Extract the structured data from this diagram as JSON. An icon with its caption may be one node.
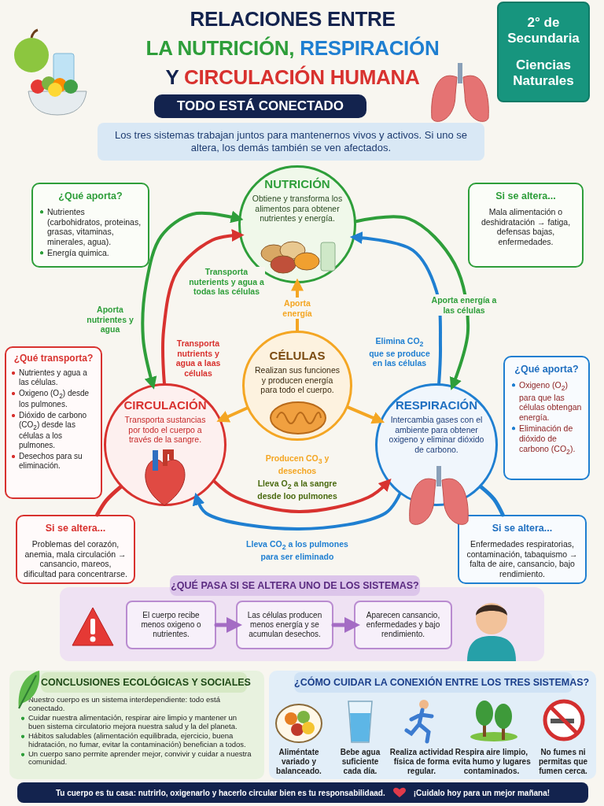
{
  "diagram": {
    "title": "RELACIONES ENTRE LA NUTRICIÓN, RESPIRACIÓN Y CIRCULACIÓN HUMANA",
    "nodes": [
      {
        "text": [
          "2° de Secundaria",
          "Ciencias Naturales"
        ]
      },
      {
        "text": [
          "TODO ESTÁ CONECTADO"
        ]
      },
      {
        "text": [
          "Los tres sistemas trabajan juntos para mantenernos vivos y activos. Si uno se altera, los demás también se ven afectados."
        ]
      },
      {
        "text": [
          "NUTRICIÓN",
          "Obtiene y transforma los alimentos para obtener nutrientes y energía."
        ]
      },
      {
        "text": [
          "¿Qué aporta?",
          "Nutrientes (carbohidratos, proteinas, grasas, vitaminas, minerales, agua).",
          "Energía quimica."
        ]
      },
      {
        "text": [
          "Si se altera...",
          "Mala alimentación o deshidratación → fatiga, defensas bajas, enfermedades."
        ]
      },
      {
        "text": [
          "¿Qué transporta?",
          "Nutrientes y agua a las células.",
          "Oxigeno (O$_{2}$) desde los pulmones.",
          "Dióxido de carbono (CO$_{2}$) desde las células a los pulmones.",
          "Desechos para su eliminación."
        ]
      },
      {
        "text": [
          "CÉLULAS",
          "Realizan sus funciones y producen energía para todo el cuerpo."
        ]
      },
      {
        "text": [
          "CIRCULACIÓN",
          "Transporta sustancias por todo el cuerpo a través de la sangre."
        ]
      },
      {
        "text": [
          "RESPIRACIÓN",
          "Intercambia gases con el ambiente para obtener oxigeno y eliminar dióxido de carbono."
        ]
      },
      {
        "text": [
          "¿Qué aporta?",
          "Oxigeno (O$_{2}$) para que las células obtengan energía.",
          "Eliminación de dióxido de carbono (CO$_{2}$)."
        ]
      },
      {
        "text": [
          "Si se altera...",
          "Problemas del corazón, anemia, mala circulación → cansancio, mareos, dificultad para concentrarse."
        ]
      },
      {
        "text": [
          "Si se altera...",
          "Enfermedades respiratorias, contaminación, tabaquismo → falta de aire, cansancio, bajo rendimiento."
        ]
      },
      {
        "text": [
          "¿QUÉ PASA SI SE ALTERA UNO DE LOS SISTEMAS?"
        ]
      },
      {
        "text": [
          "El cuerpo recibe menos oxigeno o nutrientes."
        ],
        "in": 13
      },
      {
        "text": [
          "Las células producen menos energía y se acumulan desechos."
        ],
        "in": 13
      },
      {
        "text": [
          "Aparecen cansancio, enfermedades y bajo rendimiento."
        ],
        "in": 13
      },
      {
        "text": [
          "CONCLUSIONES ECOLÓGICAS Y SOCIALES",
          "Nuestro cuerpo es un sistema interdependiente: todo está conectado.",
          "Cuidar nuestra alimentación, respirar aire limpio y mantener un buen sistema circulatorio mejora nuestra salud y la del planeta.",
          "Hábitos saludables (alimentación equilibrada, ejercicio, buena hidratación, no fumar, evitar la contaminación) benefician a todos.",
          "Un cuerpo sano permite aprender mejor, convivir y cuidar a nuestra comunidad."
        ]
      },
      {
        "text": [
          "¿CÓMO CUIDAR LA CONEXIÓN ENTRE LOS TRES SISTEMAS?"
        ]
      },
      {
        "text": [
          "Tu cuerpo es tu casa: nutrirlo, oxigenarlo y hacerlo circular bien es tu responsabilidaad.",
          "¡Cuidalo hoy para un mejor mañana!"
        ]
      }
    ],
    "edges": [
      {
        "from": 3,
        "to": 8,
        "arrow": "both",
        "label": "Aporta nutrientes y agua",
        "color": "#2e9e3a"
      },
      {
        "from": 8,
        "to": 3,
        "arrow": "to",
        "label": "Transporta nutrients y agua a laas células",
        "color": "#d8322f"
      },
      {
        "from": 3,
        "to": 9,
        "arrow": "to",
        "label": "Aporta energía a las células",
        "color": "#2e9e3a"
      },
      {
        "from": 9,
        "to": 3,
        "arrow": "to",
        "label": "Elimina CO$_{2}$ que se produce en las células",
        "color": "#1f7fd1"
      },
      {
        "from": 7,
        "to": 3,
        "arrow": "to",
        "label": "Aporta energía",
        "color": "#f4a623"
      },
      {
        "from": 7,
        "to": 8,
        "arrow": "to",
        "color": "#f4a623"
      },
      {
        "from": 7,
        "to": 9,
        "arrow": "to",
        "color": "#f4a623"
      },
      {
        "from": 8,
        "to": 9,
        "arrow": "to",
        "label": "Lleva O$_{2}$ a la sangre desde loo pulmones",
        "color": "#d8322f"
      },
      {
        "from": 9,
        "to": 8,
        "arrow": "to",
        "label": "Lleva CO$_{2}$ a los pulmones para ser eliminado",
        "color": "#1f7fd1"
      },
      {
        "from": 8,
        "to": 11,
        "arrow": "none",
        "color": "#d8322f"
      },
      {
        "from": 9,
        "to": 12,
        "arrow": "none",
        "color": "#1f7fd1"
      },
      {
        "from": 14,
        "to": 15,
        "arrow": "to",
        "color": "#a46cc4"
      },
      {
        "from": 15,
        "to": 16,
        "arrow": "to",
        "color": "#a46cc4"
      }
    ],
    "labels": [
      "Transporta nuterients y agua a todas las células",
      "Producen CO$_{3}$ y desechos",
      "Aliméntate variado y balanceado.",
      "Bebe agua suficiente cada día.",
      "Realiza actividad física de forma regular.",
      "Respira aire limpio, evita humo y lugares contaminados.",
      "No fumes ni permitas que fumen cerca."
    ]
  }
}
